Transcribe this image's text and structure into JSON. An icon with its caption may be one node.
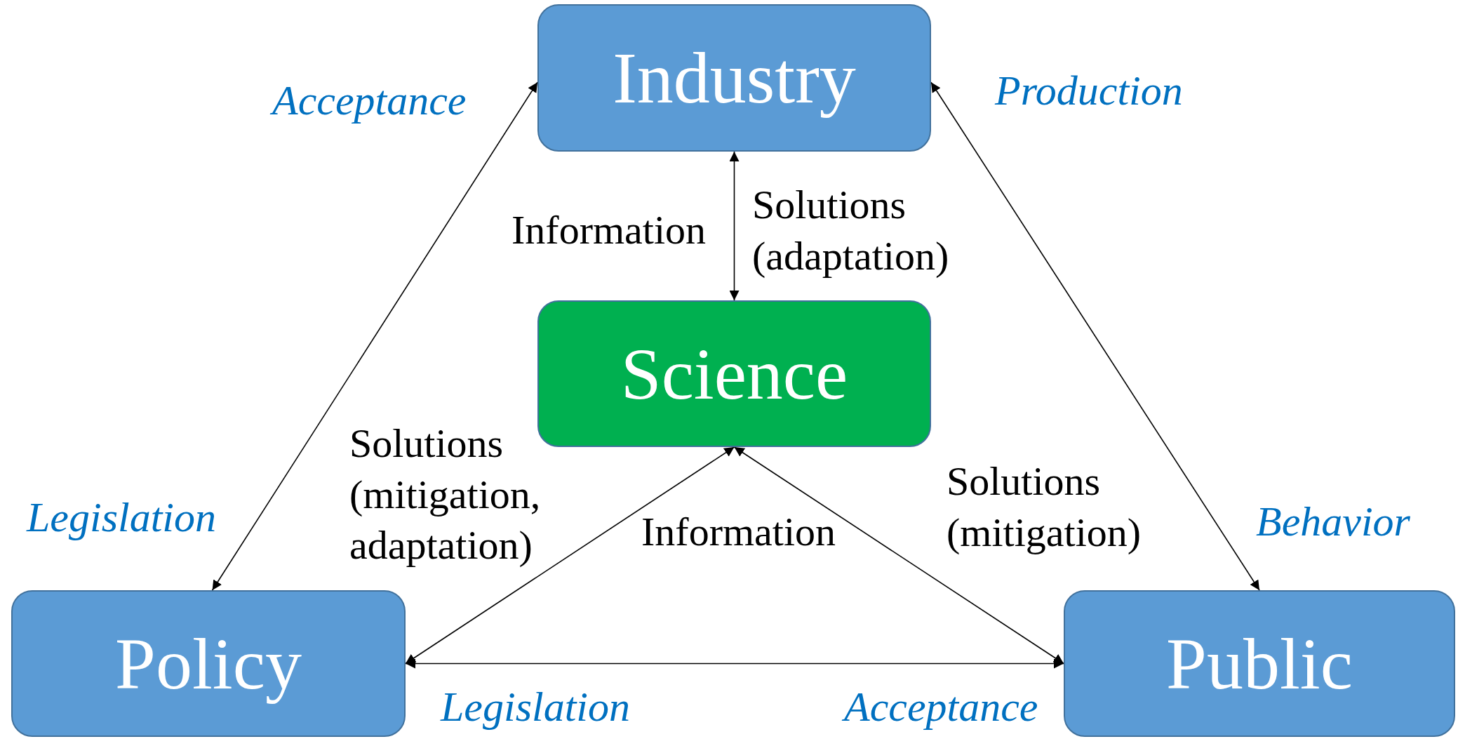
{
  "diagram": {
    "nodes": [
      {
        "text": [
          "Industry"
        ]
      },
      {
        "text": [
          "Science"
        ]
      },
      {
        "text": [
          "Policy"
        ]
      },
      {
        "text": [
          "Public"
        ]
      }
    ],
    "edges": [
      {
        "from": 0,
        "to": 1,
        "arrow": "both"
      },
      {
        "from": 0,
        "to": 2,
        "arrow": "both"
      },
      {
        "from": 0,
        "to": 3,
        "arrow": "both"
      },
      {
        "from": 1,
        "to": 2,
        "arrow": "both"
      },
      {
        "from": 1,
        "to": 3,
        "arrow": "both"
      },
      {
        "from": 2,
        "to": 3,
        "arrow": "both"
      }
    ],
    "labels": [
      "Acceptance",
      "Production",
      "Information",
      "Solutions (adaptation)",
      "Solutions (mitigation, adaptation)",
      "Legislation",
      "Solutions (mitigation)",
      "Behavior",
      "Information",
      "Legislation",
      "Acceptance"
    ]
  }
}
